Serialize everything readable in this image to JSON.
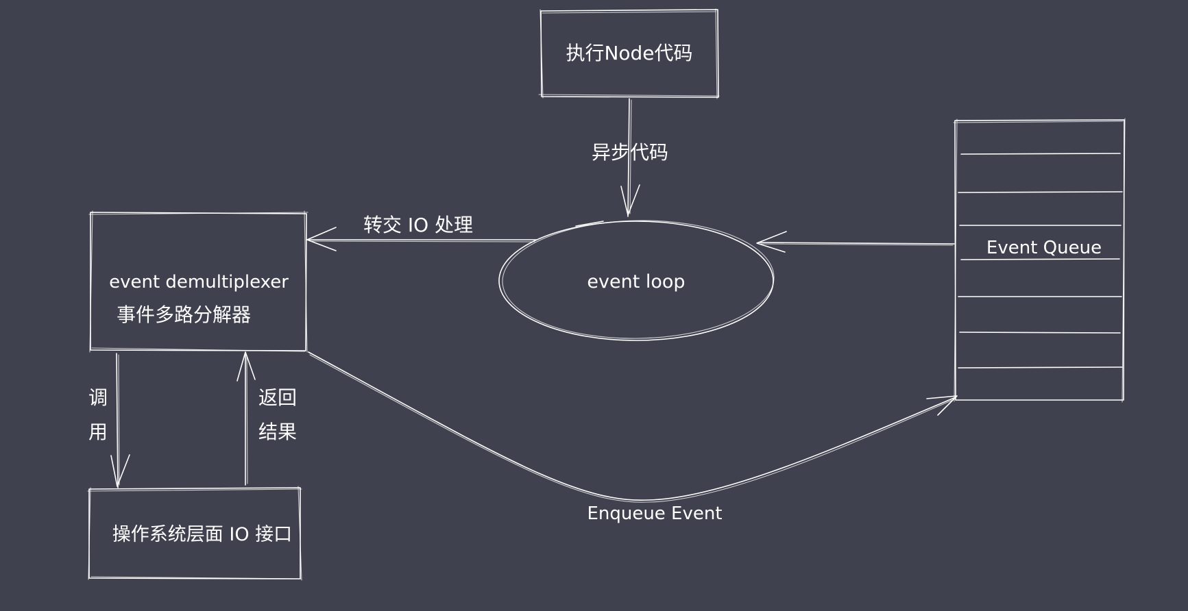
{
  "colors": {
    "background": "#3f414e",
    "stroke": "#ffffff",
    "text": "#ffffff"
  },
  "nodes": {
    "node_code": {
      "label": "执行Node代码"
    },
    "event_loop": {
      "label": "event loop"
    },
    "event_queue": {
      "label": "Event Queue",
      "slots": 8
    },
    "demultiplexer": {
      "label_en": "event demultiplexer",
      "label_zh": "事件多路分解器"
    },
    "os_io": {
      "label": "操作系统层面 IO 接口"
    }
  },
  "edges": {
    "async_code": {
      "label": "异步代码"
    },
    "handoff_io": {
      "label": "转交 IO 处理"
    },
    "invoke": {
      "label_line1": "调",
      "label_line2": "用"
    },
    "return_result": {
      "label_line1": "返回",
      "label_line2": "结果"
    },
    "enqueue_event": {
      "label": "Enqueue Event"
    },
    "queue_to_loop": {
      "label": ""
    }
  }
}
